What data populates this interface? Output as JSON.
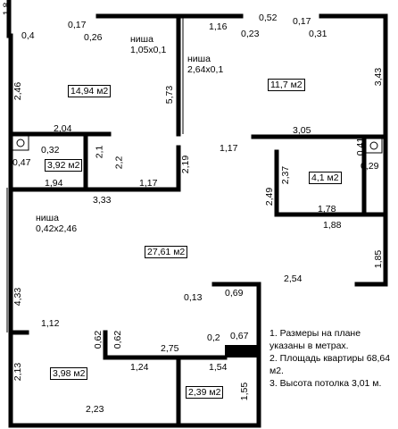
{
  "dimensions": {
    "d_1_8": "1,8",
    "d_0_4": "0,4",
    "d_0_17_a": "0,17",
    "d_0_26": "0,26",
    "d_niche1_title": "ниша",
    "d_niche1_size": "1,05x0,1",
    "d_1_16": "1,16",
    "d_0_52": "0,52",
    "d_0_23": "0,23",
    "d_0_17_b": "0,17",
    "d_0_31": "0,31",
    "d_niche2_title": "ниша",
    "d_niche2_size": "2,64x0,1",
    "d_2_46": "2,46",
    "d_5_73": "5,73",
    "d_3_43": "3,43",
    "d_2_04": "2,04",
    "d_0_32": "0,32",
    "d_0_47": "0,47",
    "d_2_1": "2,1",
    "d_2_2": "2,2",
    "d_1_94": "1,94",
    "d_1_17_a": "1,17",
    "d_2_19": "2,19",
    "d_1_17_b": "1,17",
    "d_3_05": "3,05",
    "d_0_41": "0,41",
    "d_0_29": "0,29",
    "d_2_37": "2,37",
    "d_2_49": "2,49",
    "d_1_78": "1,78",
    "d_3_33": "3,33",
    "d_niche3_title": "ниша",
    "d_niche3_size": "0,42x2,46",
    "d_1_88": "1,88",
    "d_1_85": "1,85",
    "d_2_54": "2,54",
    "d_0_13": "0,13",
    "d_0_69": "0,69",
    "d_4_33": "4,33",
    "d_1_12": "1,12",
    "d_0_62_a": "0,62",
    "d_0_62_b": "0,62",
    "d_2_75": "2,75",
    "d_0_2": "0,2",
    "d_0_67": "0,67",
    "d_1_24": "1,24",
    "d_1_54": "1,54",
    "d_2_13": "2,13",
    "d_1_55": "1,55",
    "d_2_23": "2,23"
  },
  "areas": {
    "room_14_94": "14,94 м2",
    "room_11_7": "11,7 м2",
    "room_3_92": "3,92 м2",
    "room_4_1": "4,1 м2",
    "room_27_61": "27,61 м2",
    "room_3_98": "3,98 м2",
    "room_2_39": "2,39 м2"
  },
  "notes": [
    "1. Размеры на плане указаны в метрах.",
    "2. Площадь квартиры 68,64 м2.",
    "3. Высота потолка 3,01 м."
  ]
}
